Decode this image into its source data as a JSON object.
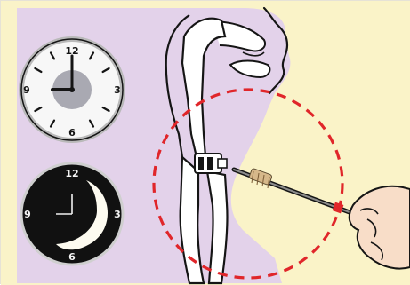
{
  "colors": {
    "background": "#faf3c8",
    "body_fill": "#e3d2ea",
    "airway_fill": "#ffffff",
    "outline": "#151515",
    "circle_dash": "#e0262a",
    "skin": "#f8ddc8",
    "clock_face_day": "#f7f7f7",
    "clock_face_night": "#111111",
    "moon": "#fdfbf0"
  },
  "day_clock": {
    "numbers": [
      "12",
      "3",
      "6",
      "9"
    ],
    "time_hour": 9,
    "time_minute": 0,
    "icon": "clock-icon"
  },
  "night_clock": {
    "numbers": [
      "12",
      "3",
      "6",
      "9"
    ],
    "icon": "moon-icon"
  },
  "instrument": {
    "icon": "cleaning-brush-icon"
  }
}
